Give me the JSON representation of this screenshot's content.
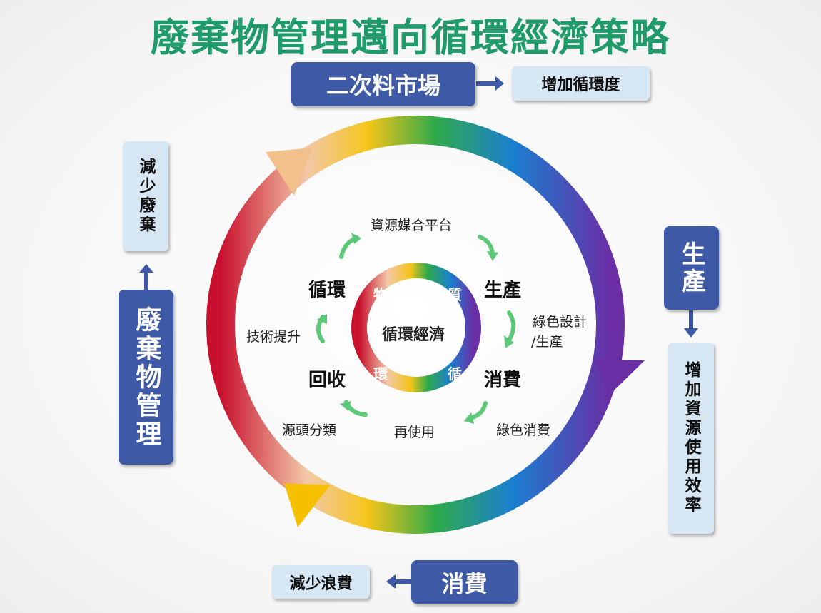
{
  "title": "廢棄物管理邁向循環經濟策略",
  "top": {
    "box": "二次料市場",
    "result": "增加循環度"
  },
  "right": {
    "box": "生產",
    "result": "增加資源使用效率"
  },
  "bottom": {
    "box": "消費",
    "result": "減少浪費"
  },
  "left": {
    "box": "廢棄物管理",
    "result": "減少廢棄"
  },
  "cycle": {
    "nodes": {
      "recycle": "循環",
      "produce": "生產",
      "consume": "消費",
      "collect": "回收"
    },
    "edges": {
      "platform": "資源媒合平台",
      "green_design": "綠色設計",
      "green_design2": "/生產",
      "green_consume": "綠色消費",
      "reuse": "再使用",
      "sort": "源頭分類",
      "tech": "技術提升"
    },
    "center": "循環經濟",
    "ring_chars": [
      "物",
      "質",
      "循",
      "環"
    ]
  },
  "colors": {
    "title": "#1f9a6a",
    "navy": "#3e5aa6",
    "light": "#d6e6f2",
    "arrow_green": "#5cc878"
  }
}
